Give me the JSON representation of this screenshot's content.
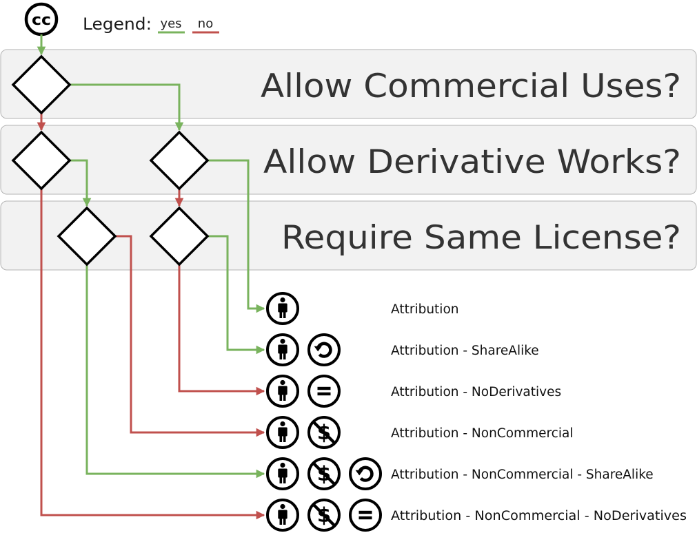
{
  "logo": {
    "text": "cc",
    "icon": "creative-commons-logo"
  },
  "legend": {
    "title": "Legend:",
    "yes": "yes",
    "no": "no"
  },
  "colors": {
    "yes": "#79b35d",
    "no": "#c0504d",
    "band": "#f2f2f2",
    "question_text": "#333333"
  },
  "questions": [
    "Allow Commercial Uses?",
    "Allow Derivative Works?",
    "Require Same License?"
  ],
  "licenses": [
    {
      "name": "Attribution",
      "icons": [
        "attribution-icon"
      ]
    },
    {
      "name": "Attribution - ShareAlike",
      "icons": [
        "attribution-icon",
        "share-alike-icon"
      ]
    },
    {
      "name": "Attribution - NoDerivatives",
      "icons": [
        "attribution-icon",
        "no-derivatives-icon"
      ]
    },
    {
      "name": "Attribution - NonCommercial",
      "icons": [
        "attribution-icon",
        "non-commercial-icon"
      ]
    },
    {
      "name": "Attribution - NonCommercial - ShareAlike",
      "icons": [
        "attribution-icon",
        "non-commercial-icon",
        "share-alike-icon"
      ]
    },
    {
      "name": "Attribution - NonCommercial - NoDerivatives",
      "icons": [
        "attribution-icon",
        "non-commercial-icon",
        "no-derivatives-icon"
      ]
    }
  ]
}
